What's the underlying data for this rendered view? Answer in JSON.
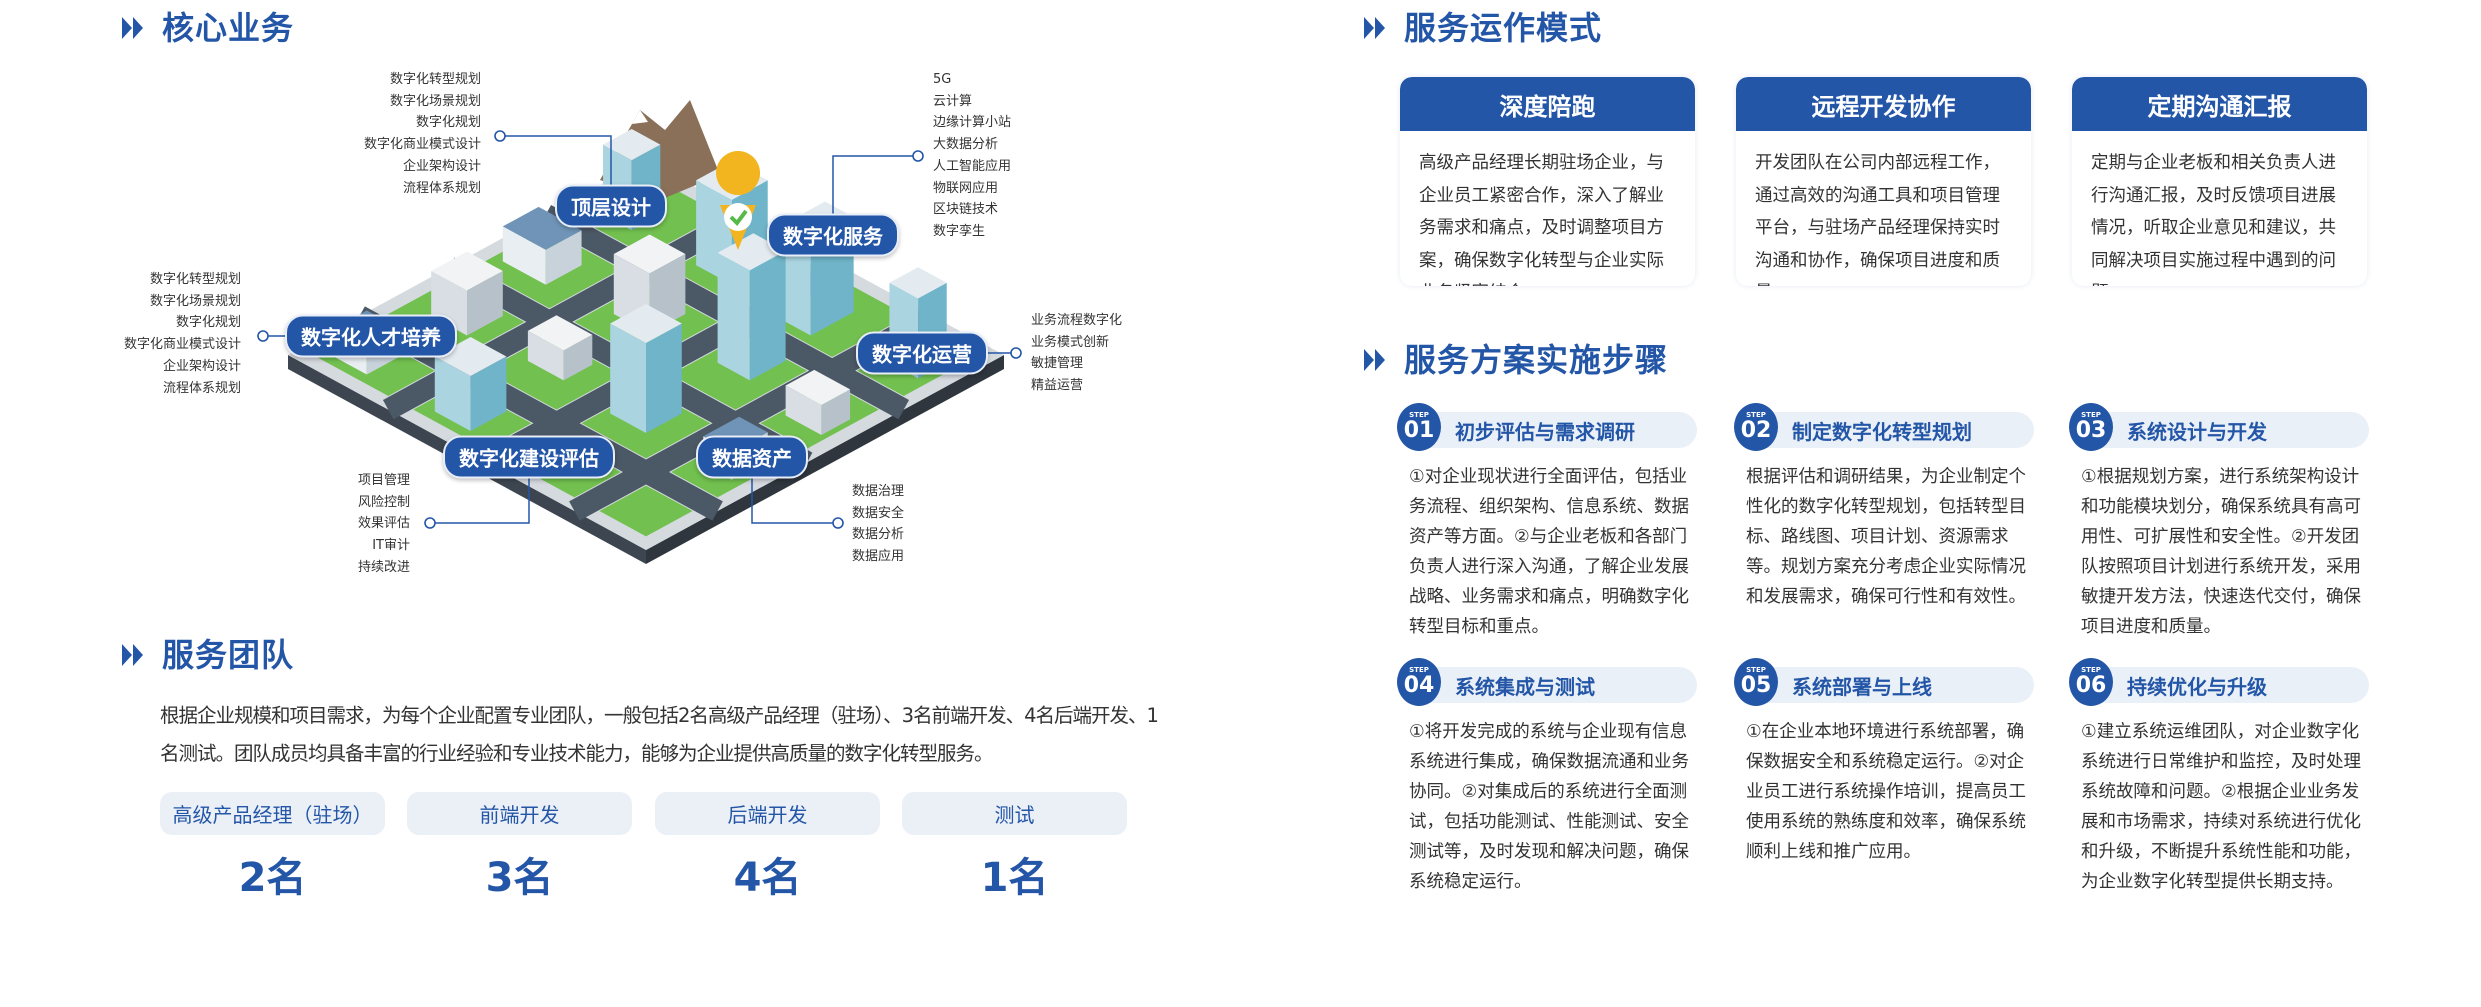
{
  "core": {
    "title": "核心业务",
    "hubs": {
      "top_design": "顶层设计",
      "digital_service": "数字化服务",
      "talent": "数字化人才培养",
      "operation": "数字化运营",
      "evaluation": "数字化建设评估",
      "data_assets": "数据资产"
    },
    "lists": {
      "top_design": [
        "数字化转型规划",
        "数字化场景规划",
        "数字化规划",
        "数字化商业模式设计",
        "企业架构设计",
        "流程体系规划"
      ],
      "digital_service": [
        "5G",
        "云计算",
        "边缘计算小站",
        "大数据分析",
        "人工智能应用",
        "物联网应用",
        "区块链技术",
        "数字孪生"
      ],
      "talent": [
        "数字化转型规划",
        "数字化场景规划",
        "数字化规划",
        "数字化商业模式设计",
        "企业架构设计",
        "流程体系规划"
      ],
      "operation": [
        "业务流程数字化",
        "业务模式创新",
        "敏捷管理",
        "精益运营"
      ],
      "evaluation": [
        "项目管理",
        "风险控制",
        "效果评估",
        "IT审计",
        "持续改进"
      ],
      "data_assets": [
        "数据治理",
        "数据安全",
        "数据分析",
        "数据应用"
      ]
    }
  },
  "team": {
    "title": "服务团队",
    "desc": "根据企业规模和项目需求，为每个企业配置专业团队，一般包括2名高级产品经理（驻场）、3名前端开发、4名后端开发、1名测试。团队成员均具备丰富的行业经验和专业技术能力，能够为企业提供高质量的数字化转型服务。",
    "roles": [
      {
        "label": "高级产品经理（驻场）",
        "count": "2名"
      },
      {
        "label": "前端开发",
        "count": "3名"
      },
      {
        "label": "后端开发",
        "count": "4名"
      },
      {
        "label": "测试",
        "count": "1名"
      }
    ]
  },
  "mode": {
    "title": "服务运作模式",
    "cards": [
      {
        "title": "深度陪跑",
        "body": "高级产品经理长期驻场企业，与企业员工紧密合作，深入了解业务需求和痛点，及时调整项目方案，确保数字化转型与企业实际业务紧密结合。"
      },
      {
        "title": "远程开发协作",
        "body": "开发团队在公司内部远程工作，通过高效的沟通工具和项目管理平台，与驻场产品经理保持实时沟通和协作，确保项目进度和质量。"
      },
      {
        "title": "定期沟通汇报",
        "body": "定期与企业老板和相关负责人进行沟通汇报，及时反馈项目进展情况，听取企业意见和建议，共同解决项目实施过程中遇到的问题。"
      }
    ]
  },
  "steps": {
    "title": "服务方案实施步骤",
    "step_label": "STEP",
    "items": [
      {
        "num": "01",
        "title": "初步评估与需求调研",
        "body": "①对企业现状进行全面评估，包括业务流程、组织架构、信息系统、数据资产等方面。②与企业老板和各部门负责人进行深入沟通，了解企业发展战略、业务需求和痛点，明确数字化转型目标和重点。"
      },
      {
        "num": "02",
        "title": "制定数字化转型规划",
        "body": "根据评估和调研结果，为企业制定个性化的数字化转型规划，包括转型目标、路线图、项目计划、资源需求等。规划方案充分考虑企业实际情况和发展需求，确保可行性和有效性。"
      },
      {
        "num": "03",
        "title": "系统设计与开发",
        "body": "①根据规划方案，进行系统架构设计和功能模块划分，确保系统具有高可用性、可扩展性和安全性。②开发团队按照项目计划进行系统开发，采用敏捷开发方法，快速迭代交付，确保项目进度和质量。"
      },
      {
        "num": "04",
        "title": "系统集成与测试",
        "body": "①将开发完成的系统与企业现有信息系统进行集成，确保数据流通和业务协同。②对集成后的系统进行全面测试，包括功能测试、性能测试、安全测试等，及时发现和解决问题，确保系统稳定运行。"
      },
      {
        "num": "05",
        "title": "系统部署与上线",
        "body": "①在企业本地环境进行系统部署，确保数据安全和系统稳定运行。②对企业员工进行系统操作培训，提高员工使用系统的熟练度和效率，确保系统顺利上线和推广应用。"
      },
      {
        "num": "06",
        "title": "持续优化与升级",
        "body": "①建立系统运维团队，对企业数字化系统进行日常维护和监控，及时处理系统故障和问题。②根据企业业务发展和市场需求，持续对系统进行优化和升级，不断提升系统性能和功能，为企业数字化转型提供长期支持。"
      }
    ]
  },
  "colors": {
    "brand": "#2456a8",
    "pill_bg": "#eaf0f7",
    "ground": "#72c04f",
    "road": "#4b5865"
  }
}
